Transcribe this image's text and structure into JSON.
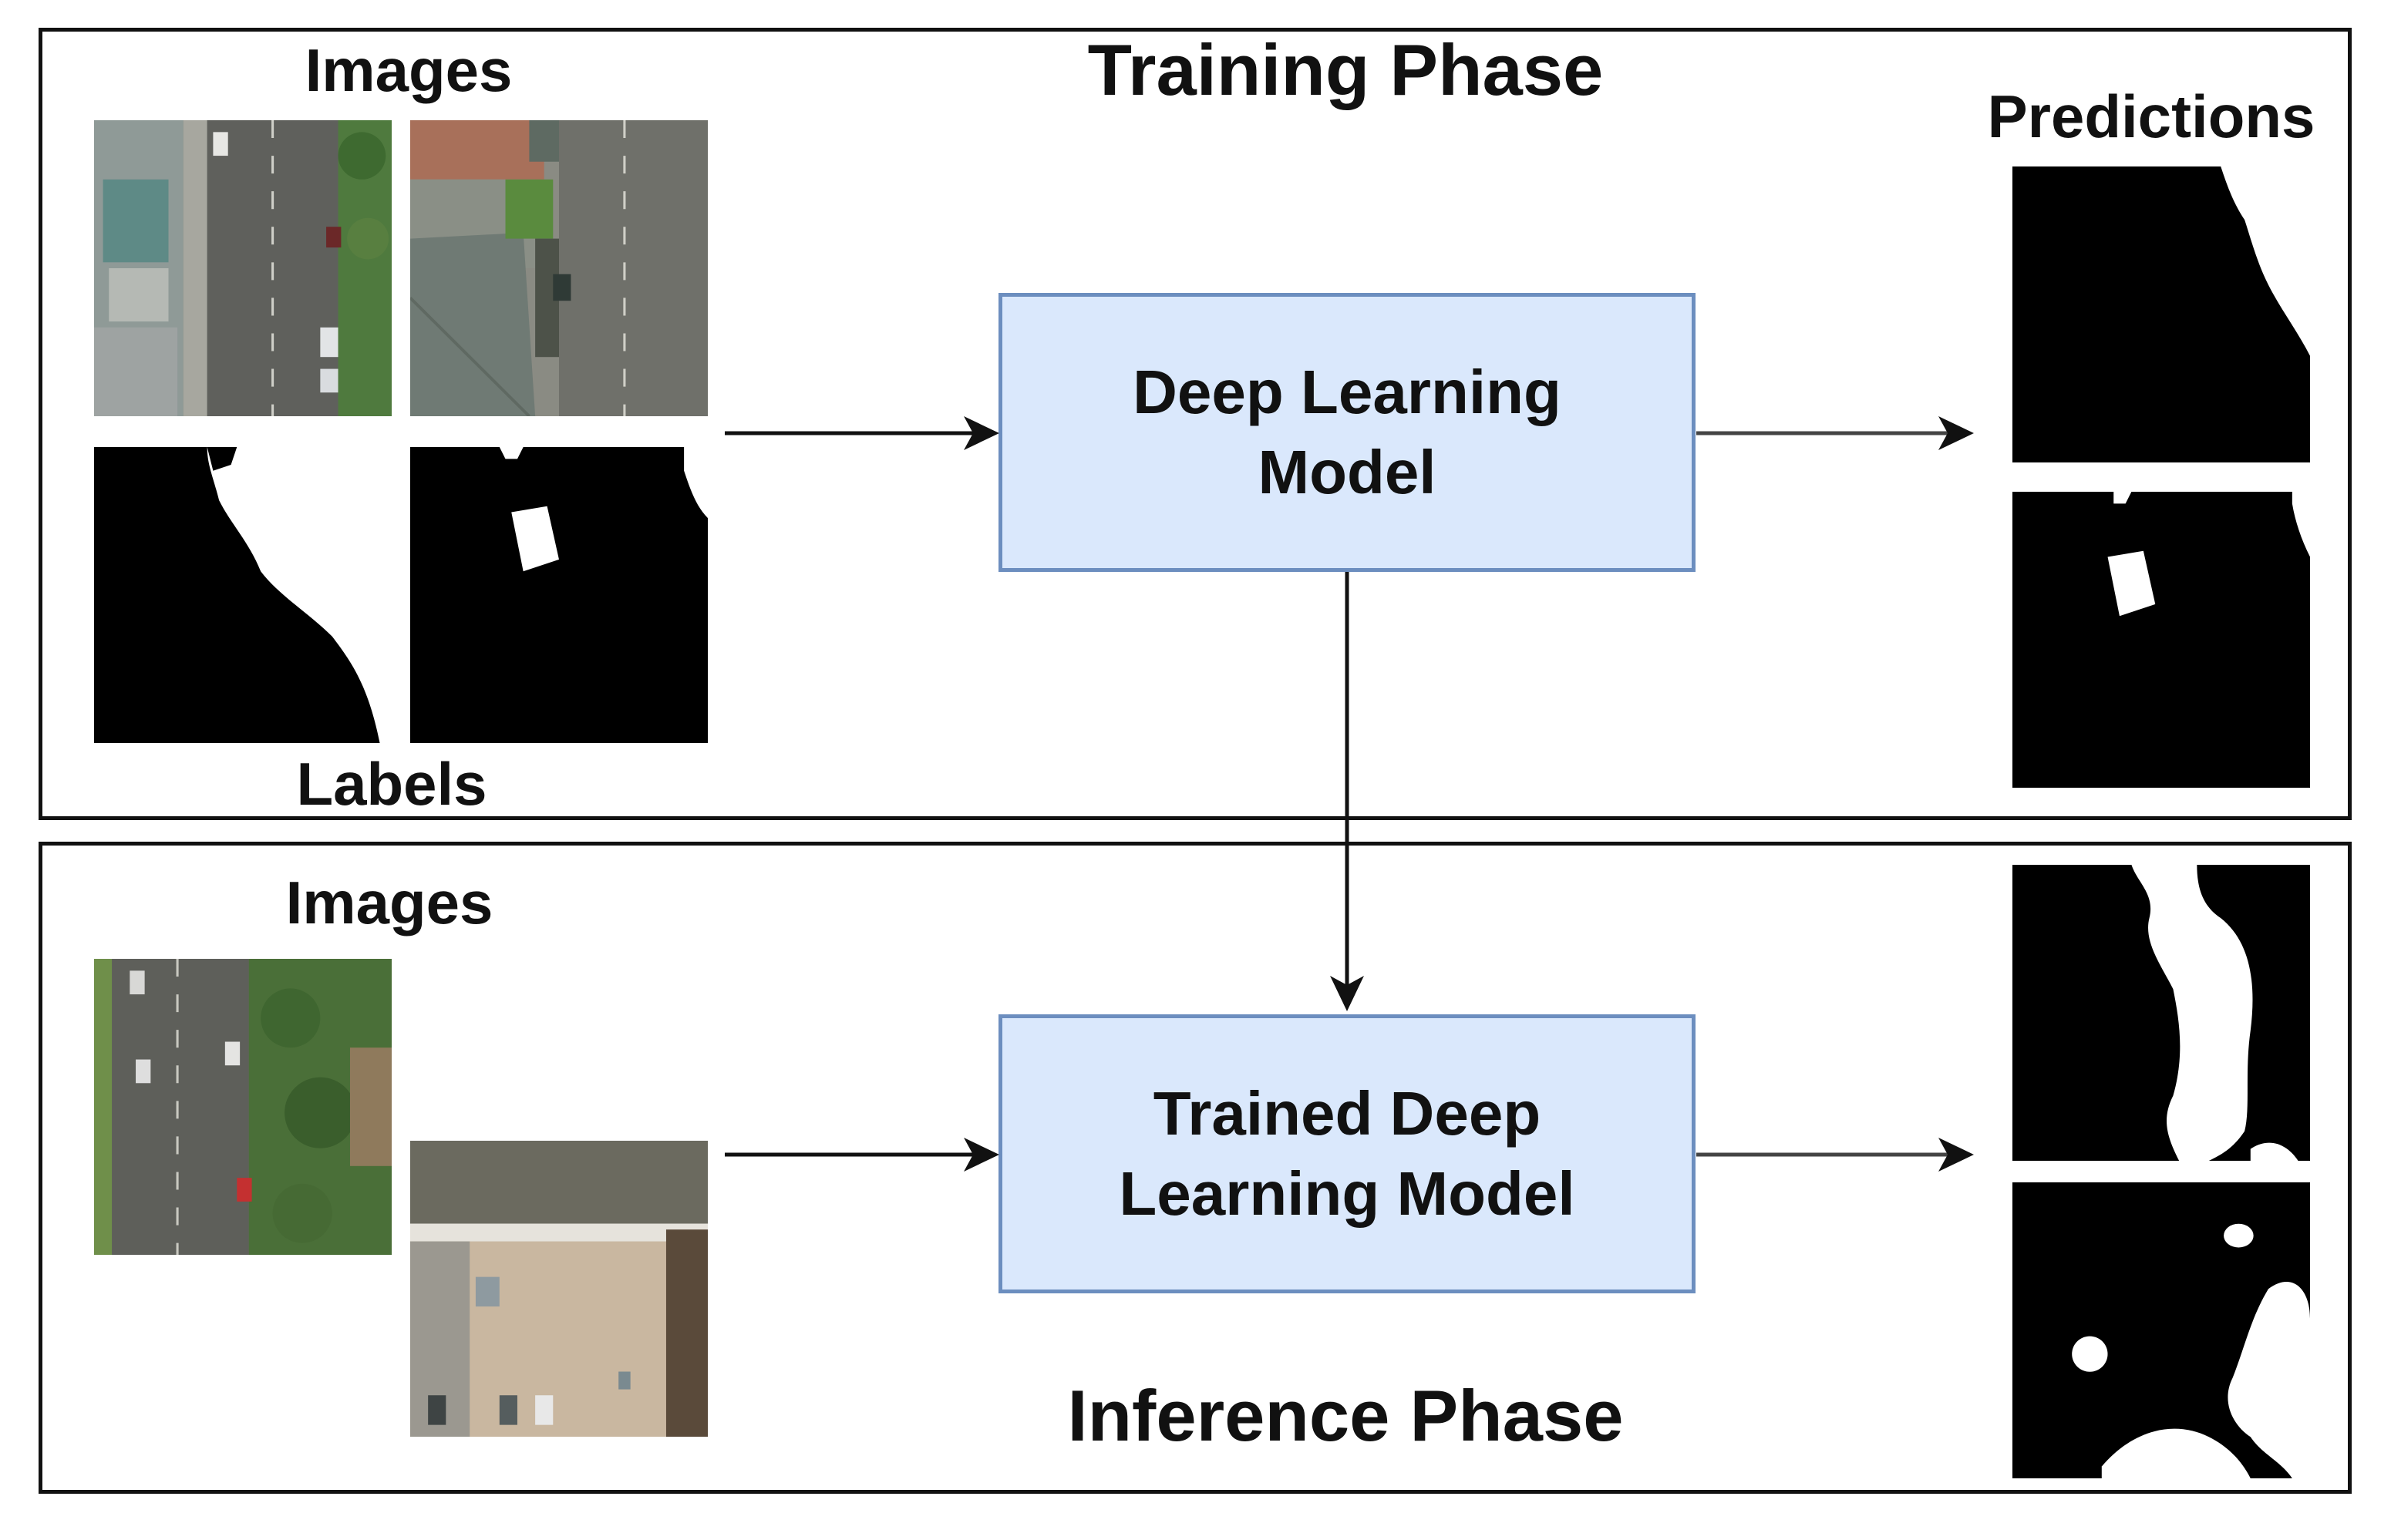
{
  "training": {
    "phase_title": "Training Phase",
    "images_label": "Images",
    "labels_label": "Labels",
    "predictions_label": "Predictions",
    "model_line1": "Deep Learning",
    "model_line2": "Model"
  },
  "inference": {
    "phase_title": "Inference Phase",
    "images_label": "Images",
    "model_line1": "Trained Deep",
    "model_line2": "Learning Model"
  },
  "colors": {
    "model_fill": "#dae8fc",
    "model_border": "#6c8ebf",
    "frame": "#111111"
  }
}
